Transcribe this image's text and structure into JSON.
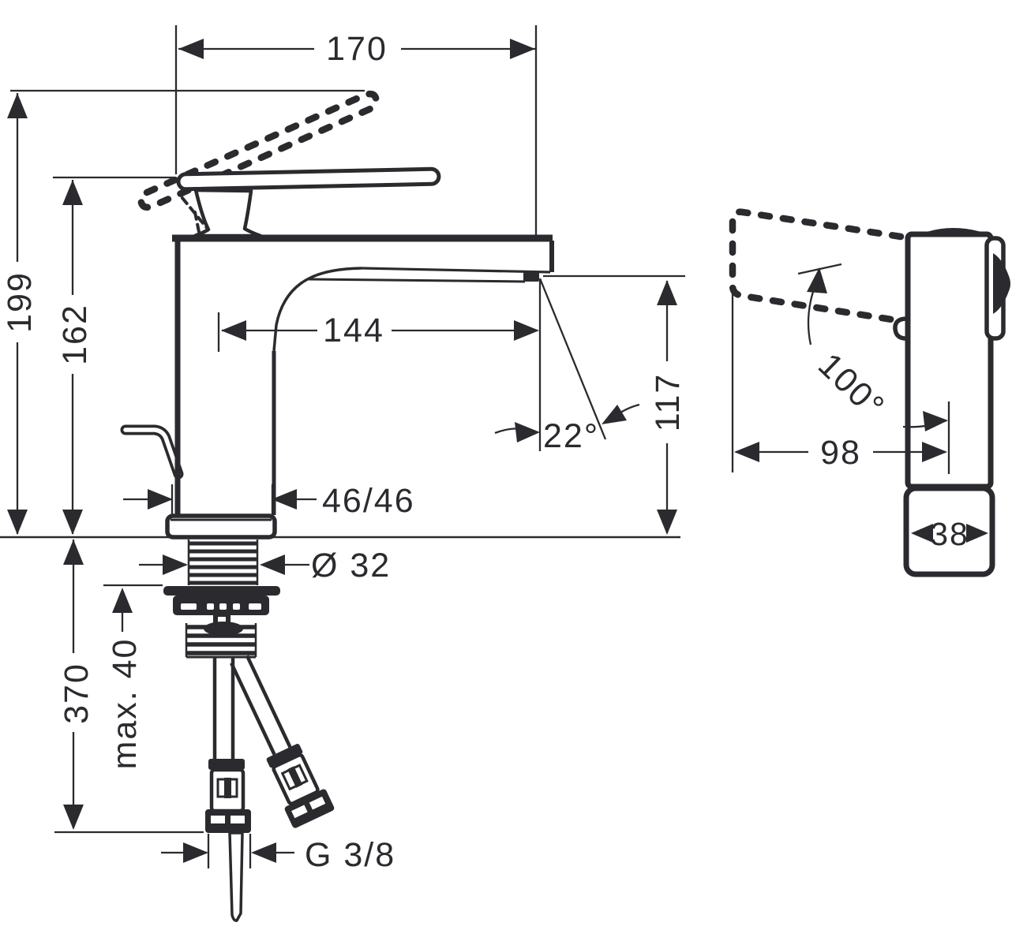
{
  "drawing": {
    "type": "technical-dimension-drawing",
    "subject": "single-lever basin mixer faucet",
    "ink_color": "#2b2a2e",
    "background": "#ffffff",
    "front_view": {
      "name": "front-view",
      "dims": {
        "overall_width": "170",
        "total_height": "199",
        "lever_height": "162",
        "spout_reach": "144",
        "spout_angle": "22°",
        "outlet_height": "117",
        "body_cross_section": "46/46",
        "shank_diameter": "Ø 32",
        "max_counter_thickness": "max. 40",
        "hose_length": "370",
        "supply_thread": "G 3/8"
      }
    },
    "side_view": {
      "name": "side-view",
      "dims": {
        "handle_swivel_angle": "100°",
        "depth": "98",
        "body_width": "38"
      }
    }
  }
}
